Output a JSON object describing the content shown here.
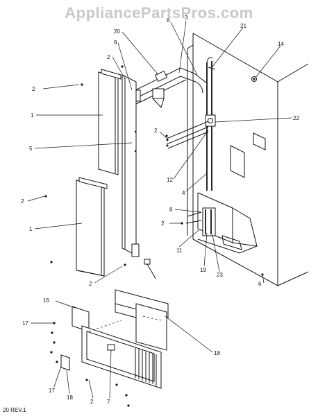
{
  "watermark": "AppliancePartsPros.com",
  "revision": "20 REV.1",
  "callouts": [
    {
      "id": "c2a",
      "label": "2"
    },
    {
      "id": "c1a",
      "label": "1"
    },
    {
      "id": "c5",
      "label": "5"
    },
    {
      "id": "c2b",
      "label": "2"
    },
    {
      "id": "c1b",
      "label": "1"
    },
    {
      "id": "c2c",
      "label": "2"
    },
    {
      "id": "c20",
      "label": "20"
    },
    {
      "id": "c9",
      "label": "9"
    },
    {
      "id": "c2d",
      "label": "2"
    },
    {
      "id": "c3",
      "label": "3"
    },
    {
      "id": "c8a",
      "label": "8"
    },
    {
      "id": "c21",
      "label": "21"
    },
    {
      "id": "c14",
      "label": "14"
    },
    {
      "id": "c22",
      "label": "22"
    },
    {
      "id": "c2e",
      "label": "2"
    },
    {
      "id": "c12",
      "label": "12"
    },
    {
      "id": "c4",
      "label": "4"
    },
    {
      "id": "c8b",
      "label": "8"
    },
    {
      "id": "c2f",
      "label": "2"
    },
    {
      "id": "c11",
      "label": "11"
    },
    {
      "id": "c19",
      "label": "19"
    },
    {
      "id": "c23",
      "label": "23"
    },
    {
      "id": "c6",
      "label": "6"
    },
    {
      "id": "c16",
      "label": "16"
    },
    {
      "id": "c17a",
      "label": "17"
    },
    {
      "id": "c18a",
      "label": "18"
    },
    {
      "id": "c17b",
      "label": "17"
    },
    {
      "id": "c18b",
      "label": "18"
    },
    {
      "id": "c2g",
      "label": "2"
    },
    {
      "id": "c7",
      "label": "7"
    }
  ]
}
